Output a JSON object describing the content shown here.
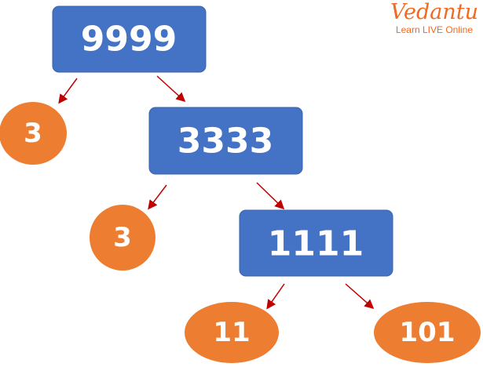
{
  "logo": {
    "brand": "Vedantu",
    "tagline": "Learn LIVE Online"
  },
  "colors": {
    "box": "#4472C4",
    "leaf": "#ED7D31",
    "arrow": "#C00000"
  },
  "tree": {
    "root": "9999",
    "leaf1": "3",
    "node2": "3333",
    "leaf2": "3",
    "node3": "1111",
    "leaf3": "11",
    "leaf4": "101"
  }
}
